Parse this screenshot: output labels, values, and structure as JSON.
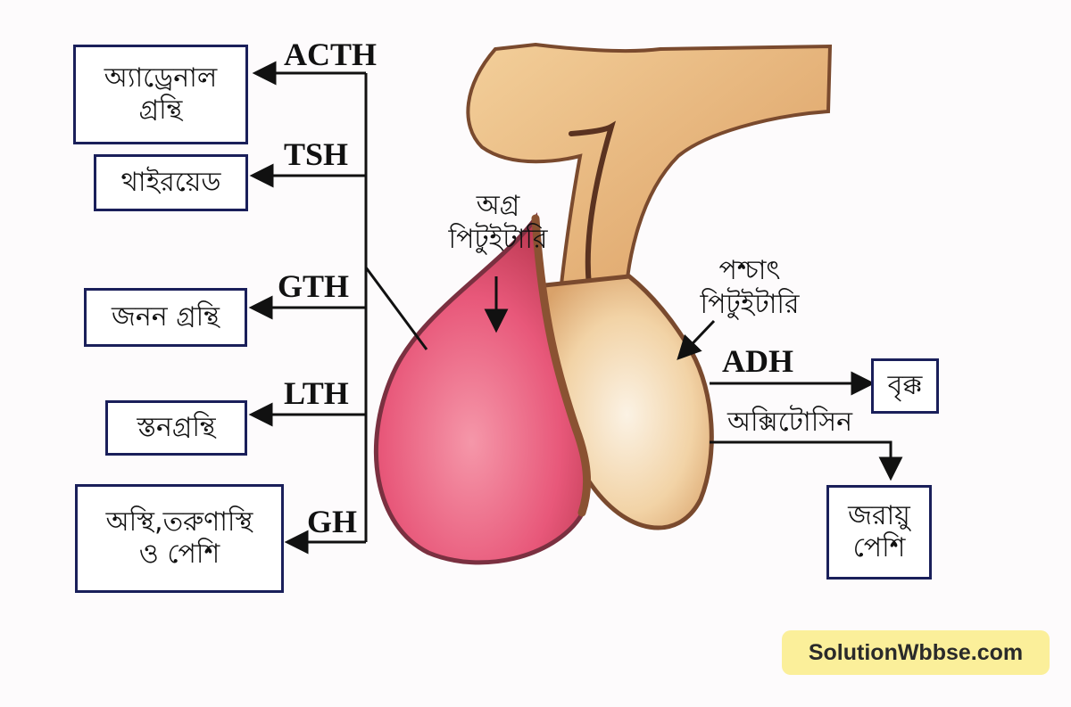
{
  "hormones": {
    "acth": "ACTH",
    "tsh": "TSH",
    "gth": "GTH",
    "lth": "LTH",
    "gh": "GH",
    "adh": "ADH",
    "oxytocin": "অক্সিটোসিন"
  },
  "targets": {
    "adrenal": "অ্যাড্রেনাল\nগ্রন্থি",
    "thyroid": "থাইরয়েড",
    "gonad": "জনন গ্রন্থি",
    "mammary": "স্তনগ্রন্থি",
    "bone_muscle": "অস্থি,তরুণাস্থি\nও পেশি",
    "kidney": "বৃক্ক",
    "uterus_muscle": "জরায়ু\nপেশি"
  },
  "anatomy": {
    "anterior": "অগ্র\nপিটুইটারি",
    "posterior": "পশ্চাৎ\nপিটুইটারি"
  },
  "watermark": "SolutionWbbse.com",
  "colors": {
    "box_border": "#1a1f5a",
    "anterior_lobe": "#e8587a",
    "posterior_lobe": "#f2d3a6",
    "stalk": "#e5b078",
    "stalk_outline": "#7a4a2e",
    "watermark_bg": "#fbef9a"
  }
}
